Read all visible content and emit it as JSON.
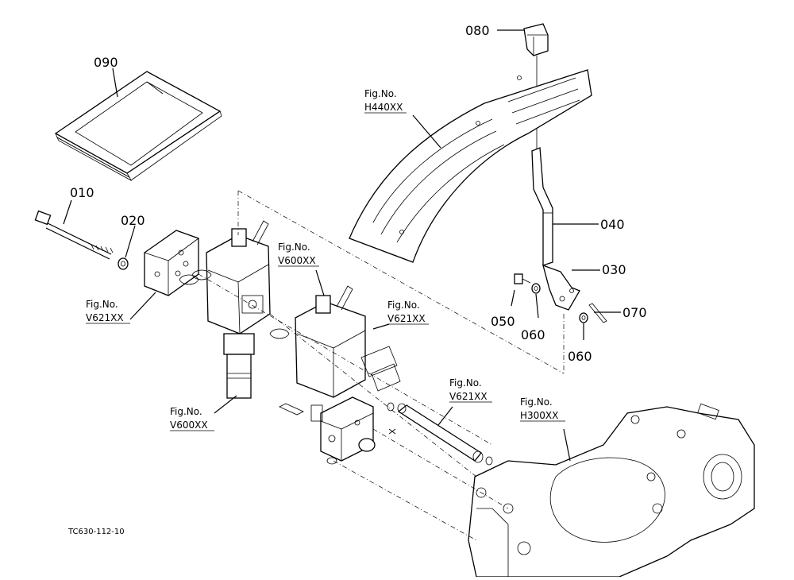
{
  "callouts": {
    "p080": "080",
    "p090": "090",
    "p010": "010",
    "p020": "020",
    "p040": "040",
    "p030": "030",
    "p050": "050",
    "p060a": "060",
    "p060b": "060",
    "p070": "070"
  },
  "refs": {
    "h440": {
      "label": "Fig.No.",
      "code": "H440XX"
    },
    "v600_top": {
      "label": "Fig.No.",
      "code": "V600XX"
    },
    "v621_left": {
      "label": "Fig.No.",
      "code": "V621XX"
    },
    "v621_mid": {
      "label": "Fig.No.",
      "code": "V621XX"
    },
    "v600_bottom": {
      "label": "Fig.No.",
      "code": "V600XX"
    },
    "v621_pipe": {
      "label": "Fig.No.",
      "code": "V621XX"
    },
    "h300": {
      "label": "Fig.No.",
      "code": "H300XX"
    }
  },
  "drawing_id": "TC630-112-10"
}
